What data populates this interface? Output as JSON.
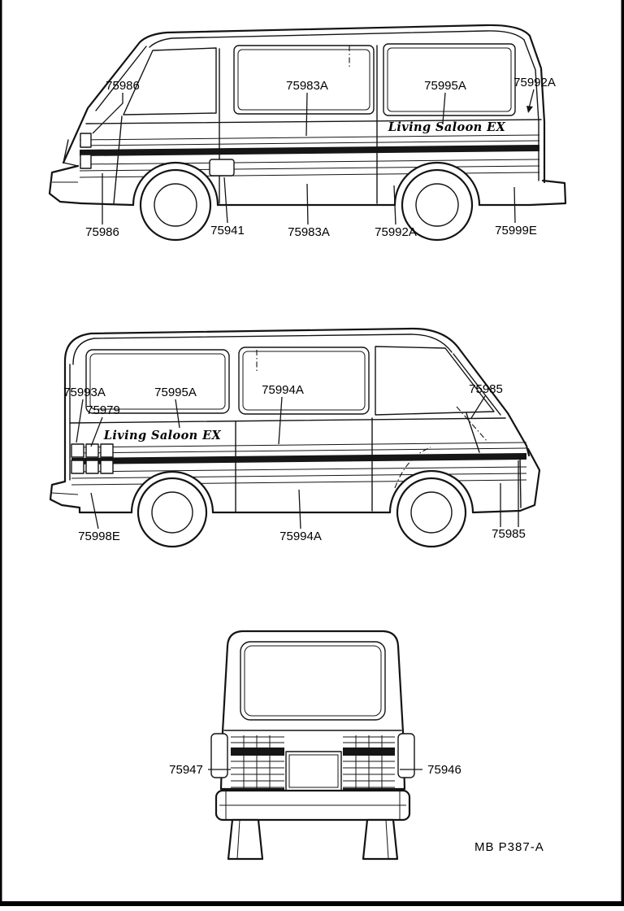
{
  "page": {
    "footer_code": "MB  P387-A"
  },
  "decal_text": "Living Saloon EX",
  "views": {
    "top_side": {
      "labels_top": [
        "75986",
        "75983A",
        "75995A",
        "75992A"
      ],
      "labels_bottom": [
        "75986",
        "75941",
        "75983A",
        "75992A",
        "75999E"
      ]
    },
    "middle_side": {
      "labels_top": [
        "75993A",
        "75979",
        "75995A",
        "75994A",
        "75985"
      ],
      "labels_bottom": [
        "75998E",
        "75994A",
        "75985"
      ]
    },
    "rear": {
      "labels": [
        "75947",
        "75946"
      ]
    }
  }
}
